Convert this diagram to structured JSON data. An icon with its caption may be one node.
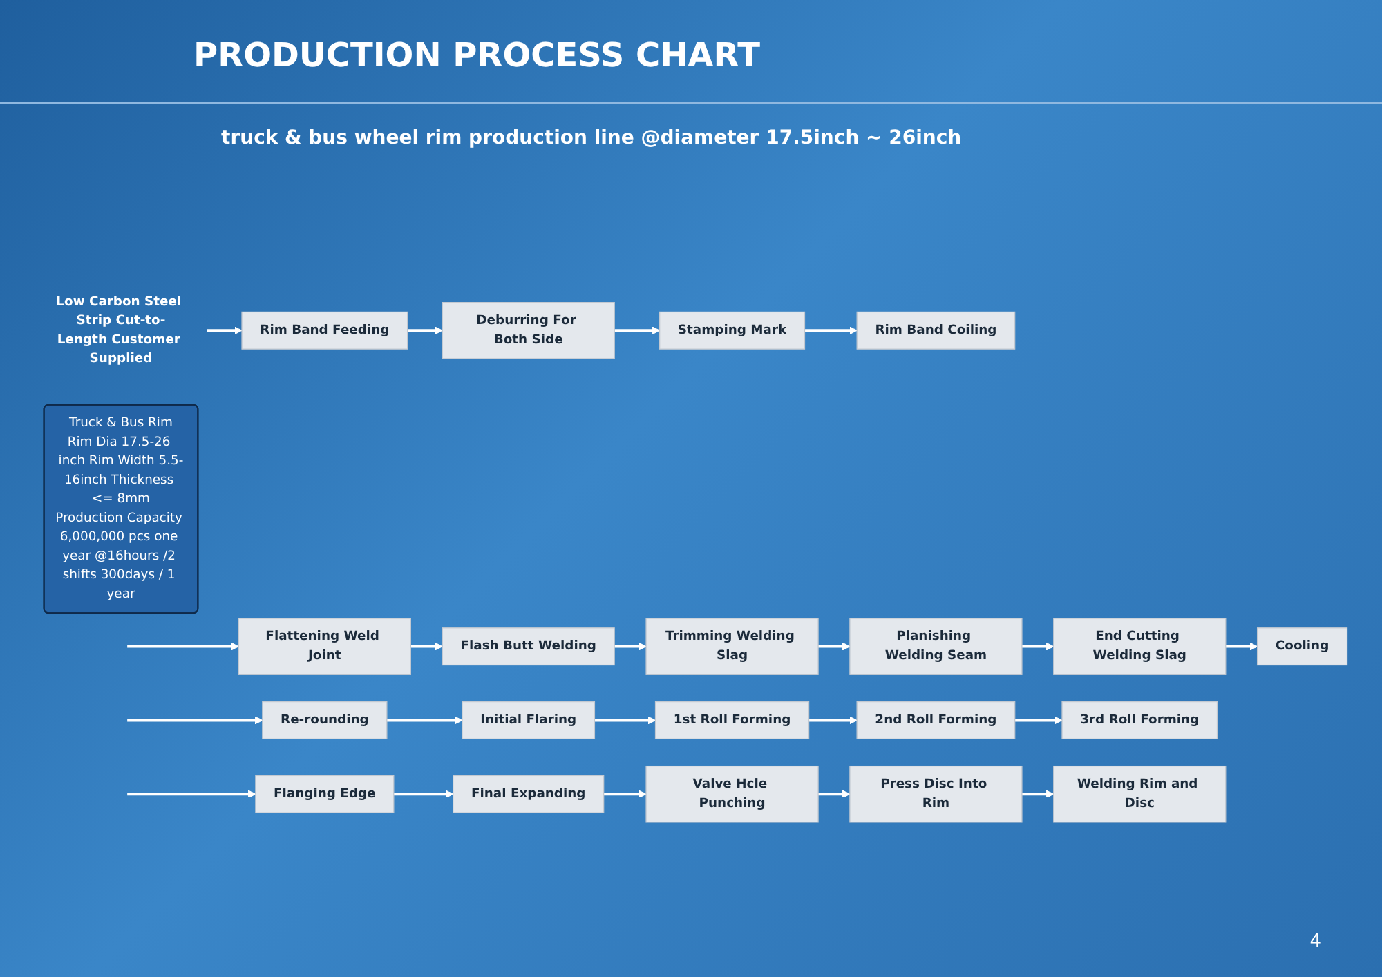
{
  "diagram": {
    "title": "PRODUCTION PROCESS CHART",
    "nodes": [
      {
        "text": [
          "Low Carbon Steel Strip Cut-to-Length Customer Supplied"
        ]
      },
      {
        "text": [
          "Rim Band Feeding"
        ]
      },
      {
        "text": [
          "Deburring For Both Side"
        ]
      },
      {
        "text": [
          "Stamping Mark"
        ]
      },
      {
        "text": [
          "Rim Band Coiling"
        ]
      },
      {
        "text": [
          "Flattening Weld Joint"
        ]
      },
      {
        "text": [
          "Flash Butt Welding"
        ]
      },
      {
        "text": [
          "Trimming Welding Slag"
        ]
      },
      {
        "text": [
          "Planishing Welding Seam"
        ]
      },
      {
        "text": [
          "End Cutting Welding Slag"
        ]
      },
      {
        "text": [
          "Cooling"
        ]
      },
      {
        "text": [
          "Re-rounding"
        ]
      },
      {
        "text": [
          "Initial Flaring"
        ]
      },
      {
        "text": [
          "1st Roll Forming"
        ]
      },
      {
        "text": [
          "2nd Roll Forming"
        ]
      },
      {
        "text": [
          "3rd Roll Forming"
        ]
      },
      {
        "text": [
          "Flanging Edge"
        ]
      },
      {
        "text": [
          "Final Expanding"
        ]
      },
      {
        "text": [
          "Valve Hcle Punching"
        ]
      },
      {
        "text": [
          "Press Disc Into Rim"
        ]
      },
      {
        "text": [
          "Welding Rim and Disc"
        ]
      },
      {
        "text": [
          "Truck & Bus Rim",
          "Rim Dia 17.5-26 inch Rim Width 5.5-16inch Thickness <= 8mm",
          "Production Capacity 6,000,000 pcs one year @16hours /2 shifts 300days / 1 year"
        ]
      }
    ],
    "edges": [
      {
        "from": 0,
        "to": 1,
        "arrow": "to"
      },
      {
        "from": 1,
        "to": 2,
        "arrow": "to"
      },
      {
        "from": 2,
        "to": 3,
        "arrow": "to"
      },
      {
        "from": 3,
        "to": 4,
        "arrow": "to"
      },
      {
        "from": null,
        "to": 5,
        "arrow": "to"
      },
      {
        "from": 5,
        "to": 6,
        "arrow": "to"
      },
      {
        "from": 6,
        "to": 7,
        "arrow": "to"
      },
      {
        "from": 7,
        "to": 8,
        "arrow": "to"
      },
      {
        "from": 8,
        "to": 9,
        "arrow": "to"
      },
      {
        "from": 9,
        "to": 10,
        "arrow": "to"
      },
      {
        "from": null,
        "to": 11,
        "arrow": "to"
      },
      {
        "from": 11,
        "to": 12,
        "arrow": "to"
      },
      {
        "from": 12,
        "to": 13,
        "arrow": "to"
      },
      {
        "from": 13,
        "to": 14,
        "arrow": "to"
      },
      {
        "from": 14,
        "to": 15,
        "arrow": "to"
      },
      {
        "from": null,
        "to": 16,
        "arrow": "to"
      },
      {
        "from": 16,
        "to": 17,
        "arrow": "to"
      },
      {
        "from": 17,
        "to": 18,
        "arrow": "to"
      },
      {
        "from": 18,
        "to": 19,
        "arrow": "to"
      },
      {
        "from": 19,
        "to": 20,
        "arrow": "to"
      }
    ],
    "labels": [
      "truck & bus wheel rim production line @diameter 17.5inch ~ 26inch",
      "4"
    ]
  }
}
